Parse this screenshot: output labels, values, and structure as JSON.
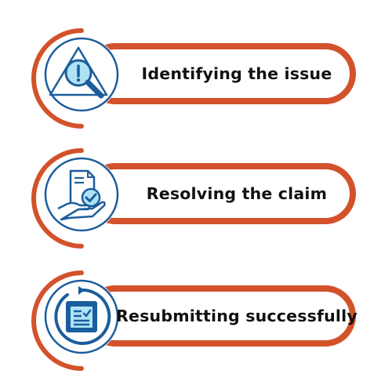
{
  "steps": [
    {
      "label": "Identifying the issue",
      "icon": "magnifier-warning-icon"
    },
    {
      "label": "Resolving the claim",
      "icon": "document-check-hand-icon"
    },
    {
      "label": "Resubmitting successfully",
      "icon": "document-refresh-icon"
    }
  ],
  "colors": {
    "accent": "#d3522b",
    "icon_dark": "#1b5d9c",
    "icon_light": "#aee3f6",
    "text": "#111111"
  }
}
